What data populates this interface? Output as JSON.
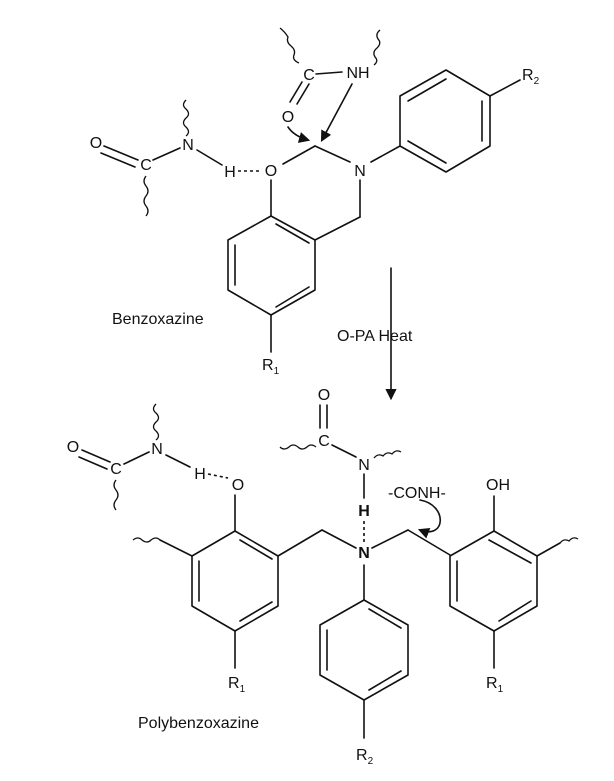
{
  "labels": {
    "benzoxazine": "Benzoxazine",
    "polybenzoxazine": "Polybenzoxazine",
    "reaction_condition": "O-PA Heat",
    "conh": "-CONH-",
    "oh": "OH",
    "r_letter": "R",
    "r1_sub": "1",
    "r2_sub": "2",
    "atom_O": "O",
    "atom_N": "N",
    "atom_C": "C",
    "atom_H": "H",
    "atom_NH": "NH"
  },
  "colors": {
    "ink": "#111111",
    "background": "#ffffff"
  }
}
